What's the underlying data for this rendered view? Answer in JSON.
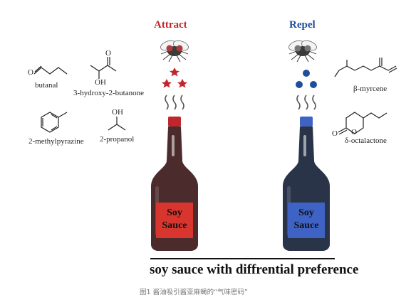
{
  "diagram": {
    "attract_title": "Attract",
    "repel_title": "Repel",
    "left_bottle": {
      "line1": "Soy",
      "line2": "Sauce"
    },
    "right_bottle": {
      "line1": "Soy",
      "line2": "Sauce"
    },
    "attract_compounds": [
      "butanal",
      "3-hydroxy-2-butanone",
      "2-methylpyrazine",
      "2-propanol"
    ],
    "repel_compounds": [
      "β-myrcene",
      "δ-octalactone"
    ],
    "molecule_labels": {
      "oh_a": "OH",
      "oh_b": "OH",
      "o_c": "O",
      "o_d": "O",
      "o_e": "O"
    },
    "caption": "soy sauce with diffrential preference",
    "figure_caption": "图1  酱油吸引酱亚麻蝇的“气味密码”"
  },
  "colors": {
    "attract": "#c0272d",
    "repel": "#1f4e9c",
    "bottle_left": "#4b2b2b",
    "bottle_right": "#2a3448",
    "label_red": "#d8352f",
    "label_blue": "#3f63c4"
  }
}
